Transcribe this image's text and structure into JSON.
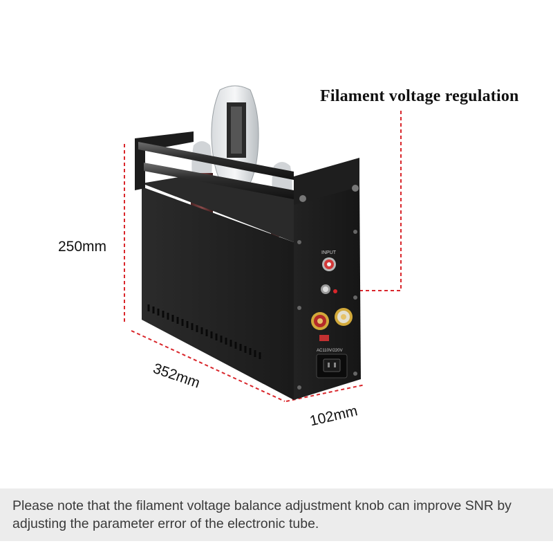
{
  "callout": {
    "title": "Filament voltage regulation",
    "line_color": "#d9262b"
  },
  "dimensions": {
    "height": "250mm",
    "width": "352mm",
    "depth": "102mm",
    "line_color": "#d9262b"
  },
  "product": {
    "panel_labels": {
      "input": "INPUT",
      "power_spec": "AC110V/220V"
    },
    "body_color": "#1a1a1a",
    "frame_color": "#2a2a2a"
  },
  "note": {
    "text": "Please note that the filament voltage balance adjustment knob can improve SNR by adjusting the parameter error of the electronic tube."
  }
}
